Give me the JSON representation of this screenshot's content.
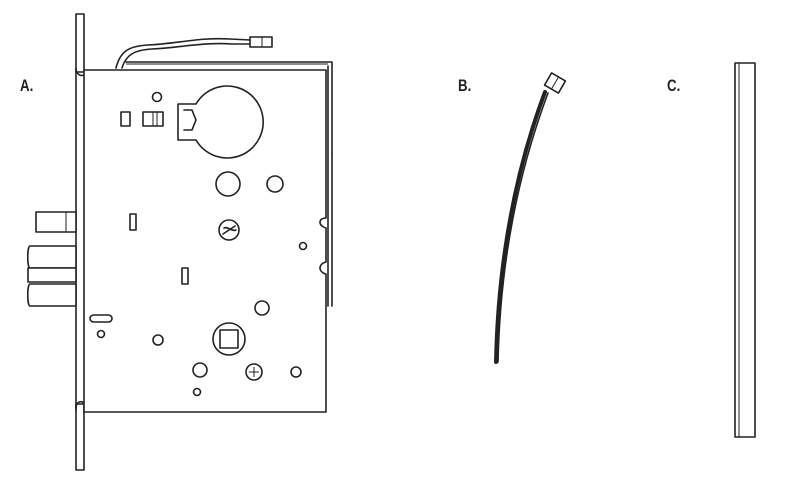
{
  "labels": {
    "a": "A.",
    "b": "B.",
    "c": "C."
  },
  "colors": {
    "line": "#222222",
    "background": "#ffffff"
  },
  "components": {
    "a": {
      "icon": "mortise-lock-body-icon"
    },
    "b": {
      "icon": "wire-harness-icon"
    },
    "c": {
      "icon": "faceplate-strip-icon"
    }
  }
}
